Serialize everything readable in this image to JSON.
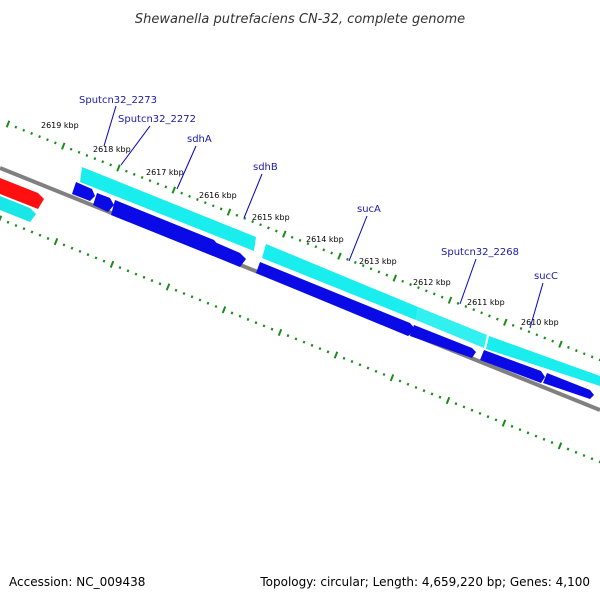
{
  "title": "Shewanella putrefaciens CN-32, complete genome",
  "footer": {
    "accession": "Accession: NC_009438",
    "summary": "Topology: circular; Length: 4,659,220 bp; Genes: 4,100"
  },
  "scale_labels": [
    "2619 kbp",
    "2618 kbp",
    "2617 kbp",
    "2616 kbp",
    "2615 kbp",
    "2614 kbp",
    "2613 kbp",
    "2612 kbp",
    "2611 kbp",
    "2610 kbp"
  ],
  "gene_labels": [
    "Sputcn32_2273",
    "Sputcn32_2272",
    "sdhA",
    "sdhB",
    "sucA",
    "Sputcn32_2268",
    "sucC"
  ],
  "colors": {
    "backbone": "#808080",
    "cds_feature": "#00ffff",
    "gene_feature": "#0000ee",
    "highlight_feature": "#ff0000",
    "tick": "#1a8c1a",
    "label_line": "#0000cc"
  }
}
